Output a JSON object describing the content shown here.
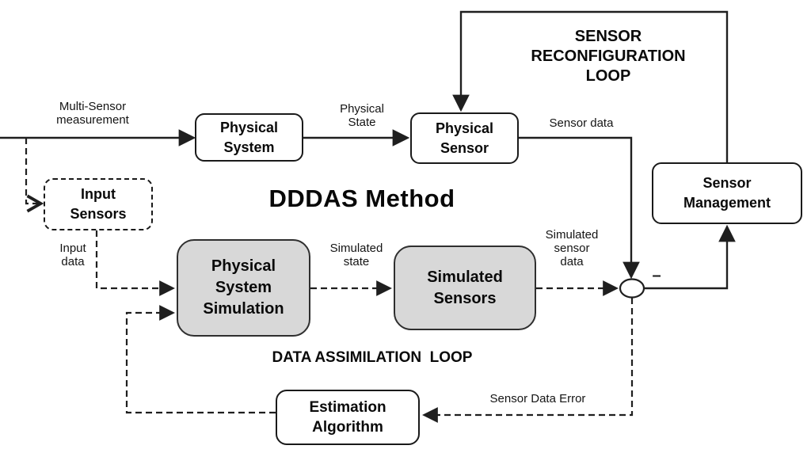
{
  "diagram": {
    "title": "DDDAS Method",
    "loops": {
      "sensor_reconfiguration": "SENSOR\nRECONFIGURATION\nLOOP",
      "data_assimilation": "DATA ASSIMILATION  LOOP"
    },
    "nodes": {
      "physical_system": "Physical\nSystem",
      "physical_sensor": "Physical\nSensor",
      "sensor_management": "Sensor\nManagement",
      "input_sensors": "Input\nSensors",
      "physical_system_simulation": "Physical\nSystem\nSimulation",
      "simulated_sensors": "Simulated\nSensors",
      "estimation_algorithm": "Estimation\nAlgorithm"
    },
    "edge_labels": {
      "multi_sensor_measurement": "Multi-Sensor\nmeasurement",
      "physical_state": "Physical\nState",
      "sensor_data": "Sensor data",
      "input_data": "Input\ndata",
      "simulated_state": "Simulated\nstate",
      "simulated_sensor_data": "Simulated\nsensor\ndata",
      "sensor_data_error": "Sensor Data Error",
      "minus": "–"
    },
    "colors": {
      "background": "#ffffff",
      "line": "#1f1f1f",
      "box_fill_white": "#ffffff",
      "box_fill_gray": "#d8d8d8",
      "box_border": "#1a1a1a",
      "text": "#0a0a0a"
    }
  }
}
